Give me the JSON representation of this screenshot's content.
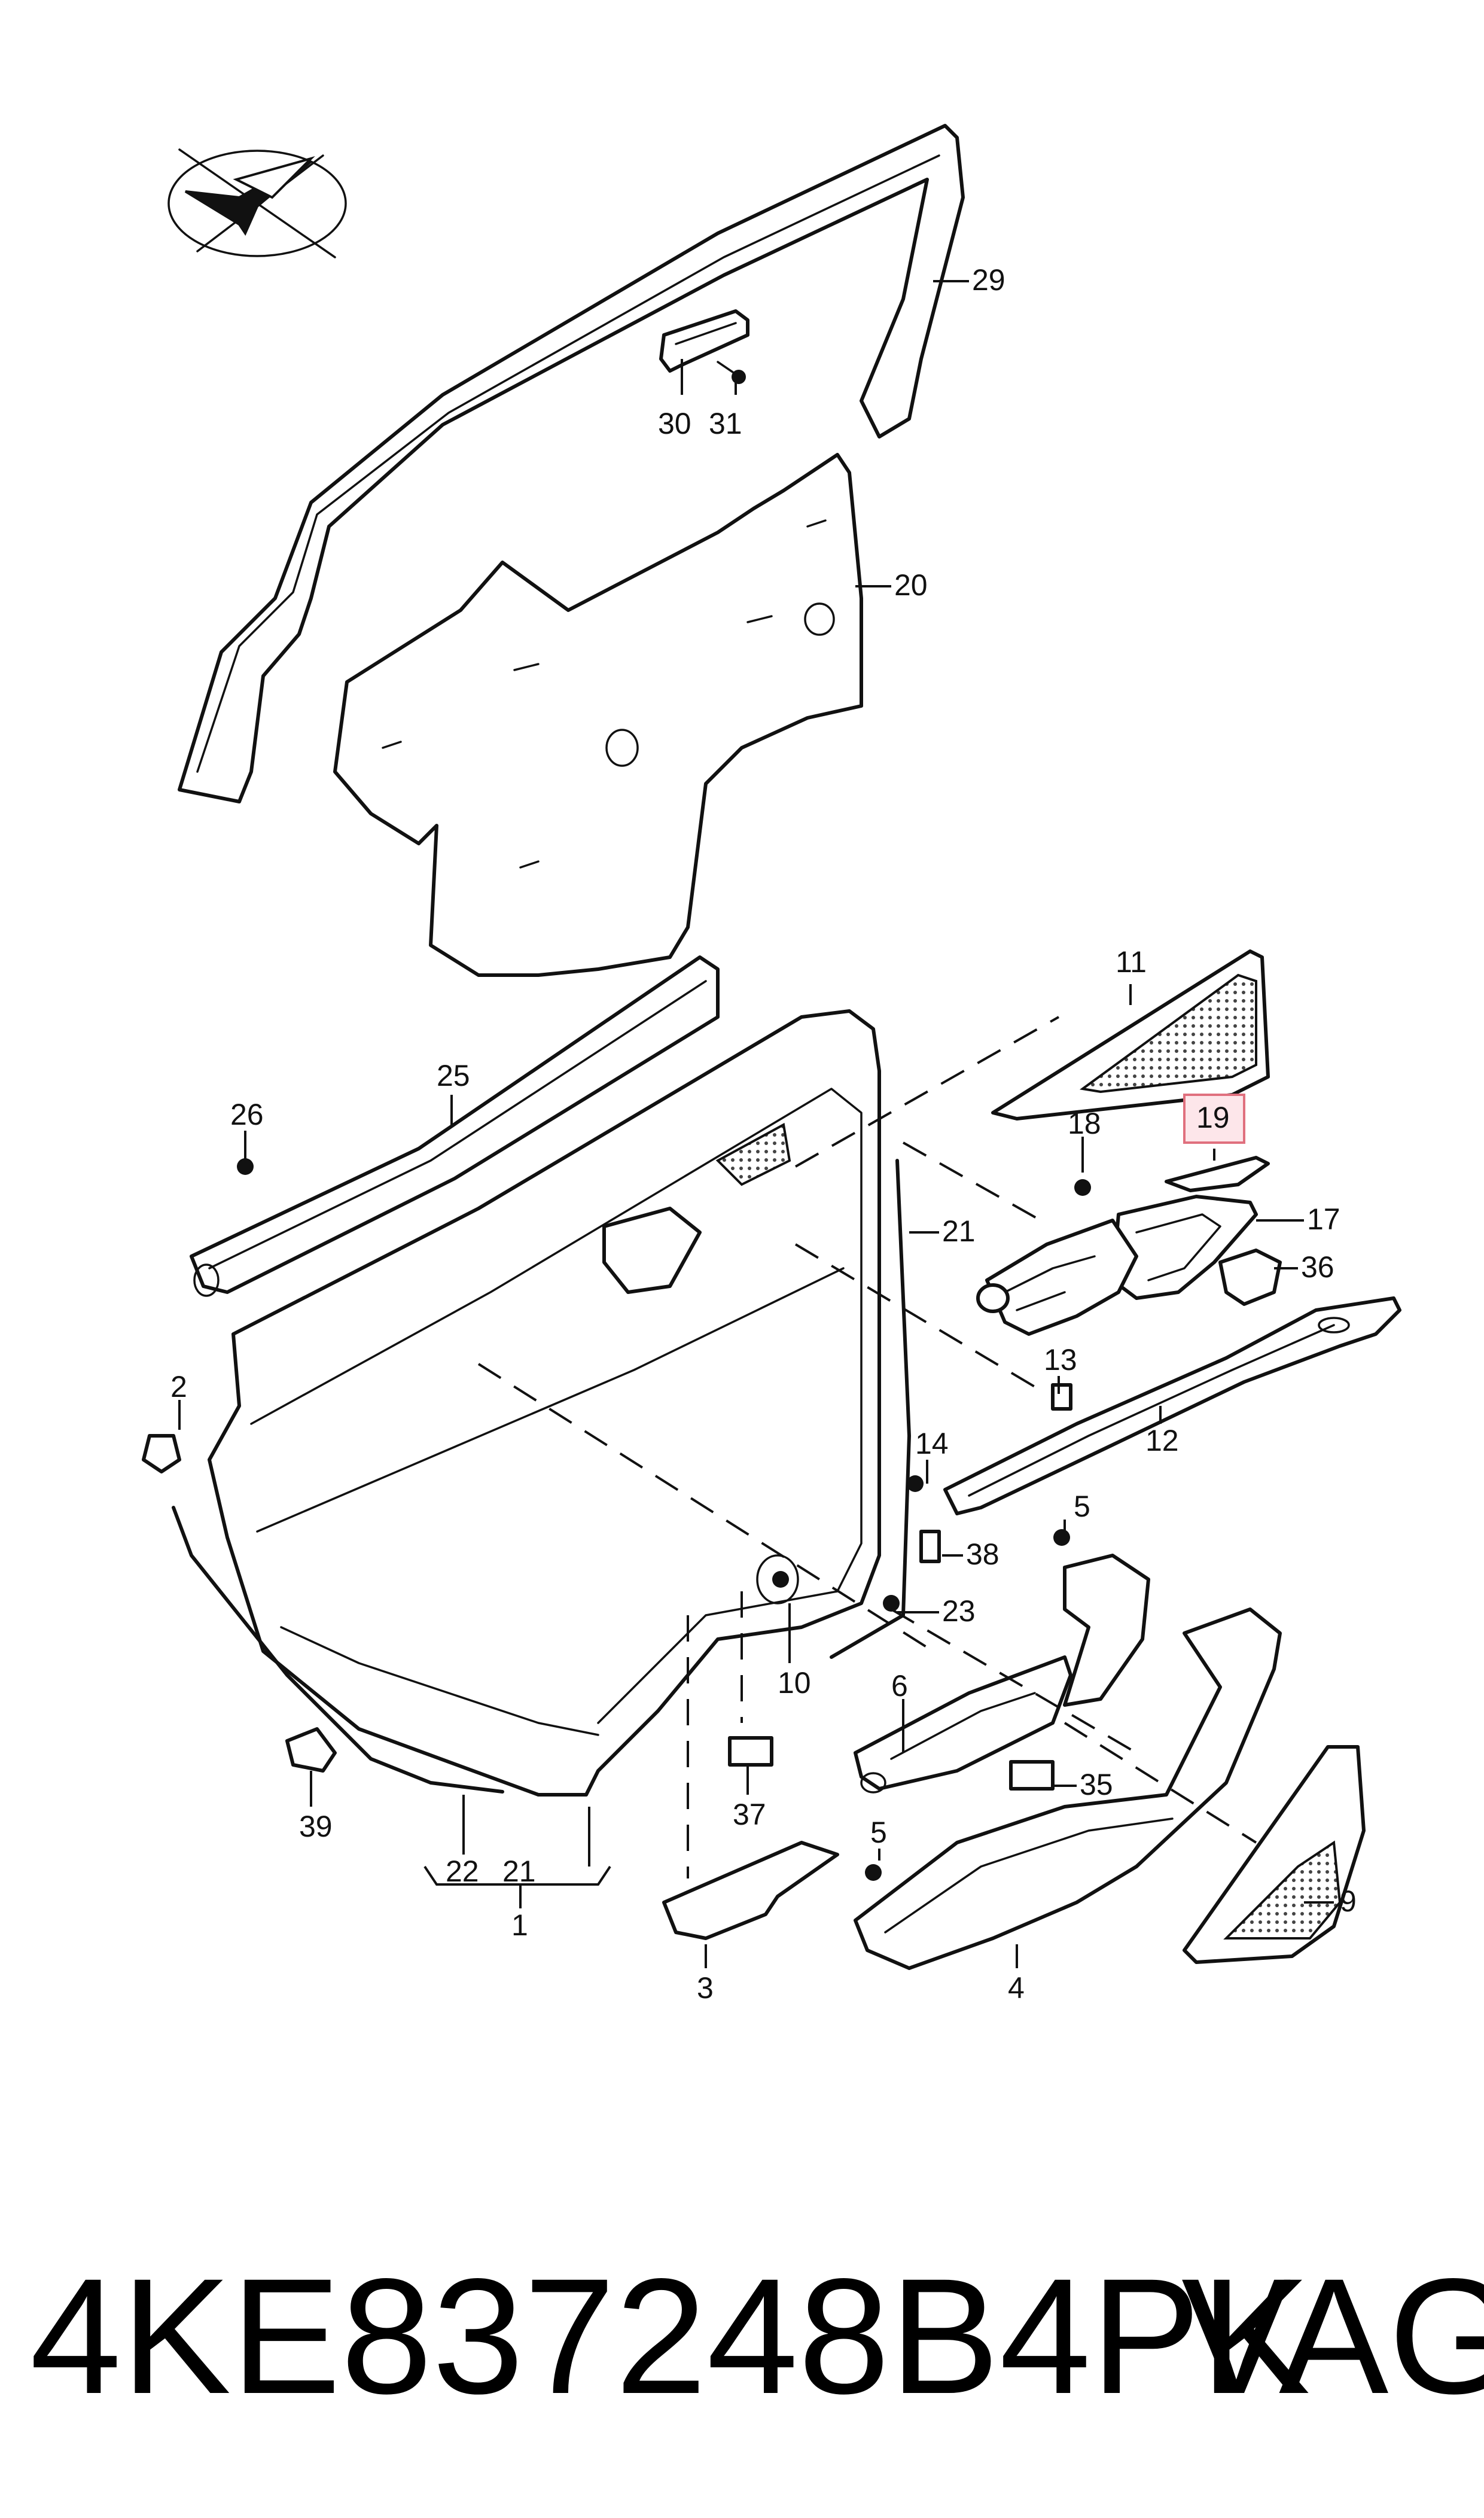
{
  "diagram": {
    "callouts": [
      "29",
      "30",
      "31",
      "20",
      "11",
      "19",
      "18",
      "17",
      "36",
      "25",
      "26",
      "21",
      "13",
      "12",
      "2",
      "14",
      "5",
      "38",
      "23",
      "10",
      "6",
      "35",
      "37",
      "39",
      "22",
      "21",
      "1",
      "3",
      "5",
      "4",
      "9"
    ],
    "highlighted_callout": "19",
    "highlight_color": "#fde6ea"
  },
  "footer": {
    "part_number": "4KE837248B4PK",
    "brand": "VAG"
  }
}
